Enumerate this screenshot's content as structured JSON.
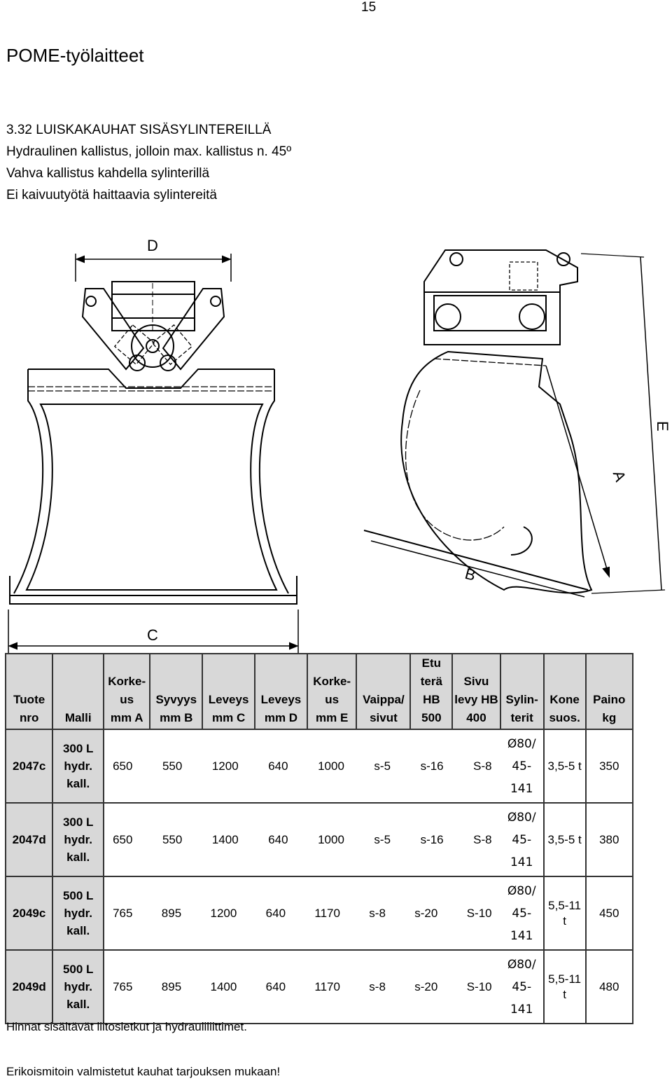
{
  "page_number": "15",
  "title": "POME-työlaitteet",
  "intro": [
    "3.32 LUISKAKAUHAT SISÄSYLINTEREILLÄ",
    "Hydraulinen kallistus, jolloin max. kallistus n. 45º",
    "Vahva kallistus kahdella sylinterillä",
    "Ei kaivuutyötä haittaavia sylintereitä"
  ],
  "drawing_labels": {
    "d": "D",
    "c": "C",
    "a": "A",
    "b": "B",
    "e": "E"
  },
  "table": {
    "headers": [
      [
        "Tuote",
        "nro"
      ],
      [
        "Malli"
      ],
      [
        "Korke-",
        "us",
        "mm A"
      ],
      [
        "Syvyys",
        "mm B"
      ],
      [
        "Leveys",
        "mm C"
      ],
      [
        "Leveys",
        "mm D"
      ],
      [
        "Korke-",
        "us",
        "mm E"
      ],
      [
        "Vaippa/",
        "sivut"
      ],
      [
        "Etu",
        "terä",
        "HB",
        "500"
      ],
      [
        "Sivu",
        "levy HB",
        "400"
      ],
      [
        "Sylin-",
        "terit"
      ],
      [
        "Kone",
        "suos."
      ],
      [
        "Paino",
        "kg"
      ]
    ],
    "rows": [
      {
        "nro": "2047c",
        "malli": [
          "300 L",
          "hydr.",
          "kall."
        ],
        "vals": [
          "650",
          "550",
          "1200",
          "640",
          "1000",
          "s-5",
          "s-16",
          "S-8"
        ],
        "cyl": [
          "Ø80/",
          "45-",
          "141"
        ],
        "kone": [
          "3,5-5 t"
        ],
        "paino": "350"
      },
      {
        "nro": "2047d",
        "malli": [
          "300 L",
          "hydr.",
          "kall."
        ],
        "vals": [
          "650",
          "550",
          "1400",
          "640",
          "1000",
          "s-5",
          "s-16",
          "S-8"
        ],
        "cyl": [
          "Ø80/",
          "45-",
          "141"
        ],
        "kone": [
          "3,5-5 t"
        ],
        "paino": "380"
      },
      {
        "nro": "2049c",
        "malli": [
          "500 L",
          "hydr.",
          "kall."
        ],
        "vals": [
          "765",
          "895",
          "1200",
          "640",
          "1170",
          "s-8",
          "s-20",
          "S-10"
        ],
        "cyl": [
          "Ø80/",
          "45-",
          "141"
        ],
        "kone": [
          "5,5-11",
          "t"
        ],
        "paino": "450"
      },
      {
        "nro": "2049d",
        "malli": [
          "500 L",
          "hydr.",
          "kall."
        ],
        "vals": [
          "765",
          "895",
          "1400",
          "640",
          "1170",
          "s-8",
          "s-20",
          "S-10"
        ],
        "cyl": [
          "Ø80/",
          "45-",
          "141"
        ],
        "kone": [
          "5,5-11",
          "t"
        ],
        "paino": "480"
      }
    ]
  },
  "footnote": "Hinnat sisältävät liitosletkut ja hydrauliliittimet.",
  "footnote2": "Erikoismitoin valmistetut kauhat tarjouksen mukaan!"
}
